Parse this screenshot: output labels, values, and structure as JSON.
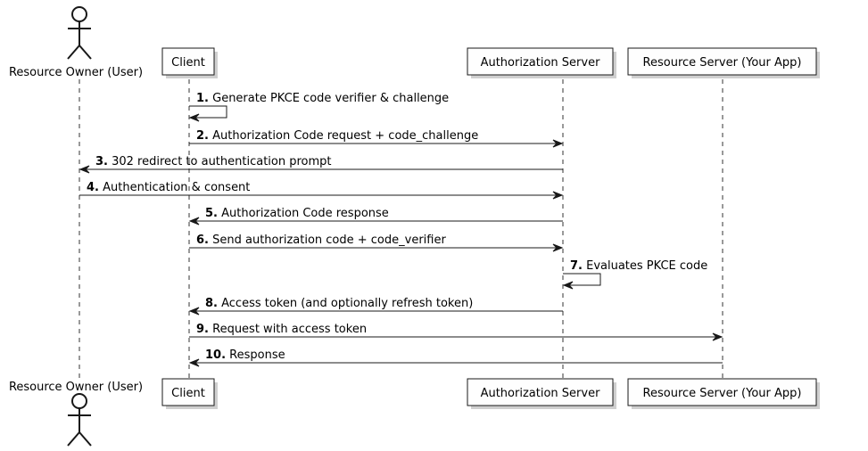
{
  "participants": [
    {
      "id": "user",
      "kind": "actor",
      "label": "Resource Owner (User)"
    },
    {
      "id": "client",
      "kind": "box",
      "label": "Client"
    },
    {
      "id": "auth",
      "kind": "box",
      "label": "Authorization Server"
    },
    {
      "id": "resource",
      "kind": "box",
      "label": "Resource Server (Your App)"
    }
  ],
  "messages": [
    {
      "number": "1.",
      "text": "Generate PKCE code verifier & challenge",
      "from": "client",
      "to": "client"
    },
    {
      "number": "2.",
      "text": "Authorization Code request + code_challenge",
      "from": "client",
      "to": "auth"
    },
    {
      "number": "3.",
      "text": "302 redirect to authentication prompt",
      "from": "auth",
      "to": "user"
    },
    {
      "number": "4.",
      "text": "Authentication & consent",
      "from": "user",
      "to": "auth"
    },
    {
      "number": "5.",
      "text": "Authorization Code response",
      "from": "auth",
      "to": "client"
    },
    {
      "number": "6.",
      "text": "Send authorization code + code_verifier",
      "from": "client",
      "to": "auth"
    },
    {
      "number": "7.",
      "text": "Evaluates PKCE code",
      "from": "auth",
      "to": "auth"
    },
    {
      "number": "8.",
      "text": "Access token (and optionally refresh token)",
      "from": "auth",
      "to": "client"
    },
    {
      "number": "9.",
      "text": "Request with access token",
      "from": "client",
      "to": "resource"
    },
    {
      "number": "10.",
      "text": "Response",
      "from": "resource",
      "to": "client"
    }
  ]
}
